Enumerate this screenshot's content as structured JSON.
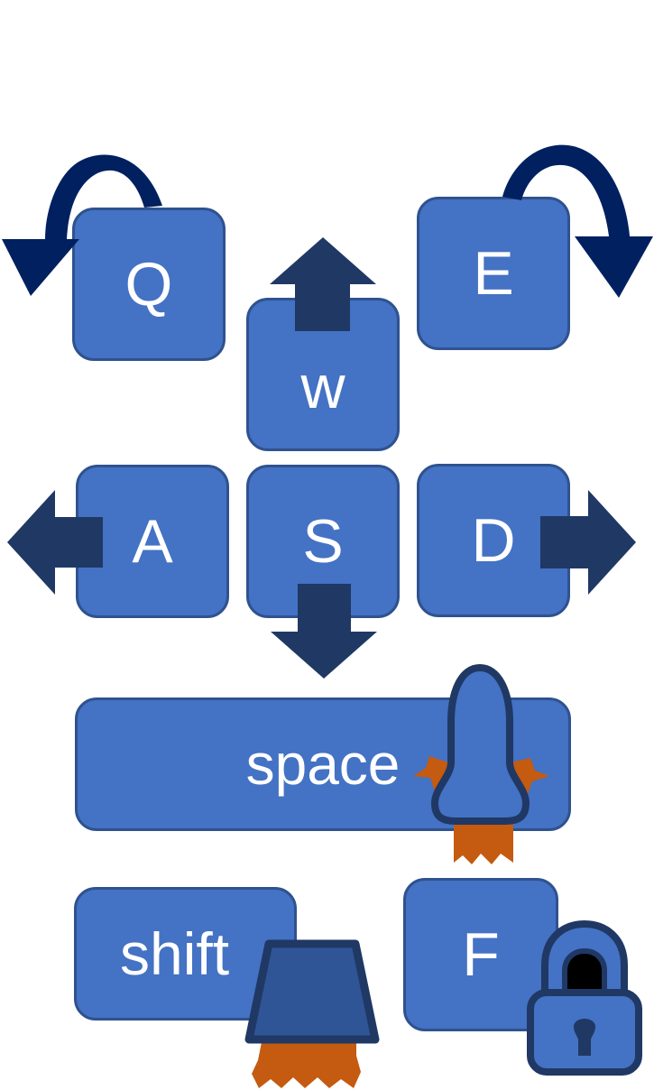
{
  "keys": {
    "q": {
      "label": "Q"
    },
    "e": {
      "label": "E"
    },
    "w": {
      "label": "w"
    },
    "a": {
      "label": "A"
    },
    "s": {
      "label": "S"
    },
    "d": {
      "label": "D"
    },
    "space": {
      "label": "space"
    },
    "shift": {
      "label": "shift"
    },
    "f": {
      "label": "F"
    }
  },
  "icons": {
    "q": "rotate-left-arrow-icon",
    "e": "rotate-right-arrow-icon",
    "w": "arrow-up-icon",
    "a": "arrow-left-icon",
    "s": "arrow-down-icon",
    "d": "arrow-right-icon",
    "space": "rocket-icon",
    "shift": "thruster-icon",
    "f": "padlock-icon"
  },
  "colors": {
    "key_fill": "#4472c4",
    "key_border": "#2f528f",
    "key_text": "#ffffff",
    "arrow_dark": "#203864",
    "rotation_arrow": "#002060",
    "flame": "#c55a11"
  }
}
